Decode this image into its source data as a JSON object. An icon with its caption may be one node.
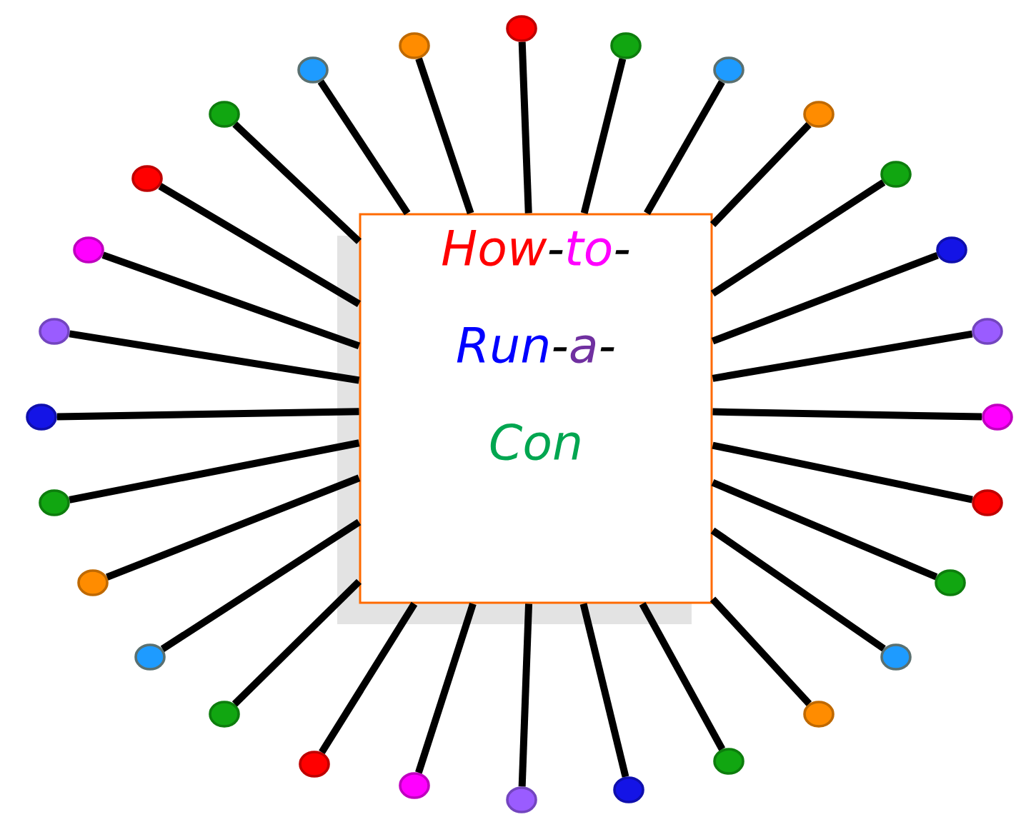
{
  "diagram": {
    "nodes": [
      {
        "text": [
          "How",
          "-",
          "to",
          "-",
          "Run",
          "-",
          "a",
          "-",
          "Con"
        ]
      },
      {
        "text": [],
        "shape": "circle"
      },
      {
        "text": [],
        "shape": "circle"
      },
      {
        "text": [],
        "shape": "circle"
      },
      {
        "text": [],
        "shape": "circle"
      },
      {
        "text": [],
        "shape": "circle"
      },
      {
        "text": [],
        "shape": "circle"
      },
      {
        "text": [],
        "shape": "circle"
      },
      {
        "text": [],
        "shape": "circle"
      },
      {
        "text": [],
        "shape": "circle"
      },
      {
        "text": [],
        "shape": "circle"
      },
      {
        "text": [],
        "shape": "circle"
      },
      {
        "text": [],
        "shape": "circle"
      },
      {
        "text": [],
        "shape": "circle"
      },
      {
        "text": [],
        "shape": "circle"
      },
      {
        "text": [],
        "shape": "circle"
      },
      {
        "text": [],
        "shape": "circle"
      },
      {
        "text": [],
        "shape": "circle"
      },
      {
        "text": [],
        "shape": "circle"
      },
      {
        "text": [],
        "shape": "circle"
      },
      {
        "text": [],
        "shape": "circle"
      },
      {
        "text": [],
        "shape": "circle"
      },
      {
        "text": [],
        "shape": "circle"
      },
      {
        "text": [],
        "shape": "circle"
      },
      {
        "text": [],
        "shape": "circle"
      },
      {
        "text": [],
        "shape": "circle"
      },
      {
        "text": [],
        "shape": "circle"
      },
      {
        "text": [],
        "shape": "circle"
      },
      {
        "text": [],
        "shape": "circle"
      }
    ],
    "edges": [
      {
        "from": 0,
        "to": 1,
        "arrow": "none"
      },
      {
        "from": 0,
        "to": 2,
        "arrow": "none"
      },
      {
        "from": 0,
        "to": 3,
        "arrow": "none"
      },
      {
        "from": 0,
        "to": 4,
        "arrow": "none"
      },
      {
        "from": 0,
        "to": 5,
        "arrow": "none"
      },
      {
        "from": 0,
        "to": 6,
        "arrow": "none"
      },
      {
        "from": 0,
        "to": 7,
        "arrow": "none"
      },
      {
        "from": 0,
        "to": 8,
        "arrow": "none"
      },
      {
        "from": 0,
        "to": 9,
        "arrow": "none"
      },
      {
        "from": 0,
        "to": 10,
        "arrow": "none"
      },
      {
        "from": 0,
        "to": 11,
        "arrow": "none"
      },
      {
        "from": 0,
        "to": 12,
        "arrow": "none"
      },
      {
        "from": 0,
        "to": 13,
        "arrow": "none"
      },
      {
        "from": 0,
        "to": 14,
        "arrow": "none"
      },
      {
        "from": 0,
        "to": 15,
        "arrow": "none"
      },
      {
        "from": 0,
        "to": 16,
        "arrow": "none"
      },
      {
        "from": 0,
        "to": 17,
        "arrow": "none"
      },
      {
        "from": 0,
        "to": 18,
        "arrow": "none"
      },
      {
        "from": 0,
        "to": 19,
        "arrow": "none"
      },
      {
        "from": 0,
        "to": 20,
        "arrow": "none"
      },
      {
        "from": 0,
        "to": 21,
        "arrow": "none"
      },
      {
        "from": 0,
        "to": 22,
        "arrow": "none"
      },
      {
        "from": 0,
        "to": 23,
        "arrow": "none"
      },
      {
        "from": 0,
        "to": 24,
        "arrow": "none"
      },
      {
        "from": 0,
        "to": 25,
        "arrow": "none"
      },
      {
        "from": 0,
        "to": 26,
        "arrow": "none"
      },
      {
        "from": 0,
        "to": 27,
        "arrow": "none"
      },
      {
        "from": 0,
        "to": 28,
        "arrow": "none"
      }
    ]
  }
}
